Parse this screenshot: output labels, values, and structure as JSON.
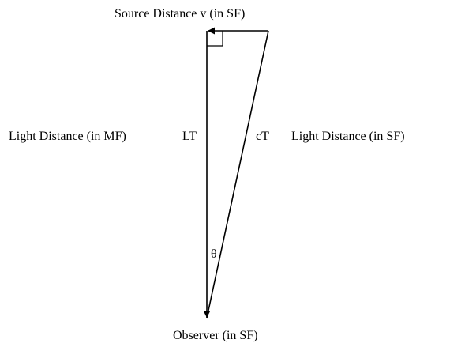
{
  "labels": {
    "source": "Source Distance  v  (in SF)",
    "light_distance_mf": "Light Distance (in MF)",
    "lt": "LT",
    "ct": "cT",
    "light_distance_sf": "Light Distance (in SF)",
    "theta": "θ",
    "observer": "Observer (in SF)"
  },
  "colors": {
    "stroke": "#000000",
    "background": "#ffffff"
  }
}
